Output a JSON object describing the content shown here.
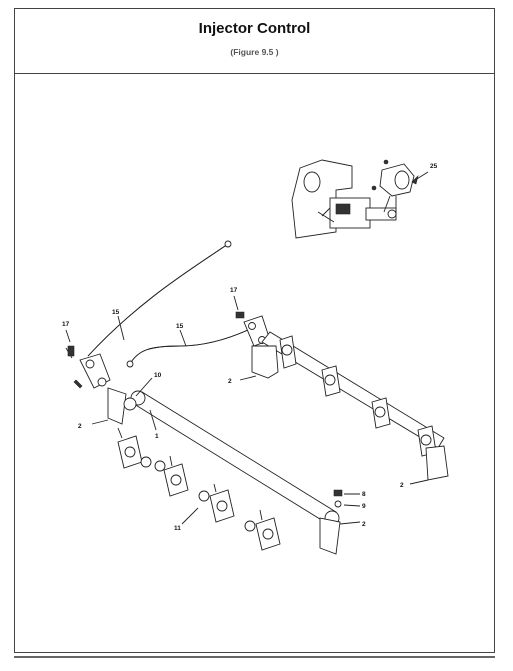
{
  "header": {
    "title": "Injector Control",
    "subtitle": "(Figure  9.5 )"
  },
  "callouts": {
    "c25": "25",
    "c17a": "17",
    "c17b": "17",
    "c15a": "15",
    "c15b": "15",
    "c10": "10",
    "c2a": "2",
    "c2b": "2",
    "c2c": "2",
    "c2d": "2",
    "c1": "1",
    "c11": "11",
    "c8": "8",
    "c9": "9"
  }
}
